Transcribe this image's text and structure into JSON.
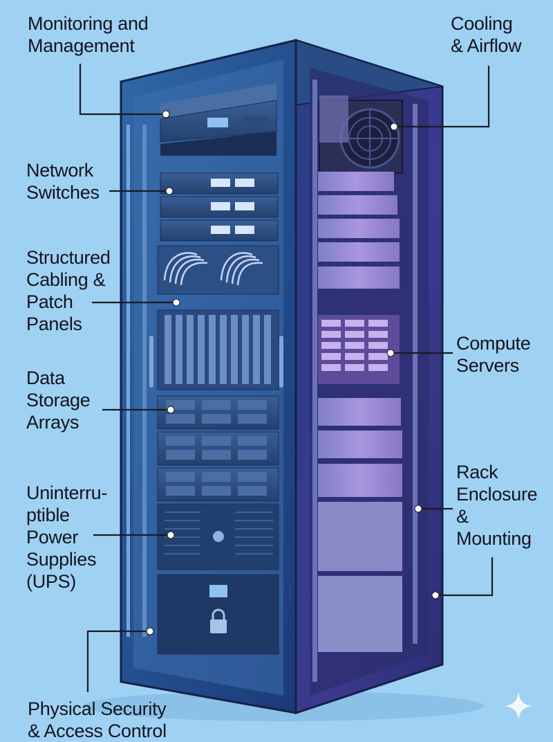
{
  "labels": {
    "monitoring": "Monitoring and\nManagement",
    "cooling": "Cooling\n& Airflow",
    "network": "Network\nSwitches",
    "cabling": "Structured\nCabling &\nPatch\nPanels",
    "compute": "Compute\nServers",
    "storage": "Data\nStorage\nArrays",
    "rack": "Rack\nEnclosure\n&\nMounting",
    "ups": "Uninterru-\nptible\nPower\nSupplies\n(UPS)",
    "security": "Physical Security\n& Access Control"
  },
  "icons": {
    "watermark": "sparkle-icon",
    "lock": "padlock-icon"
  },
  "colors": {
    "background": "#9fd1f3",
    "rack_frame": "#1f3f73",
    "rack_side": "#3a3a8c",
    "leader_line": "#1a1a24",
    "accent_purple": "#a58ad8"
  }
}
